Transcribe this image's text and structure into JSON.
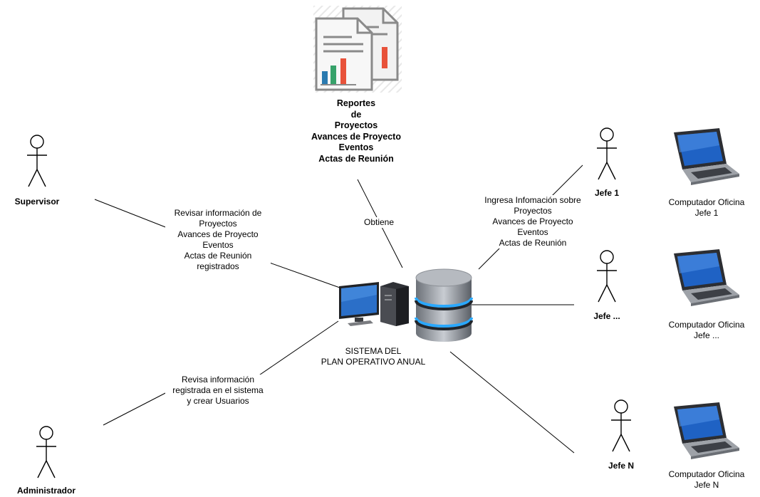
{
  "reports": {
    "lines": [
      "Reportes",
      "de",
      "Proyectos",
      "Avances de Proyecto",
      "Eventos",
      "Actas de Reunión"
    ],
    "icon": "reports-document-chart-icon"
  },
  "system": {
    "lines": [
      "SISTEMA DEL",
      "PLAN OPERATIVO ANUAL"
    ],
    "icons": [
      "desktop-computer-icon",
      "database-icon"
    ]
  },
  "actors": {
    "supervisor": "Supervisor",
    "administrador": "Administrador",
    "jefe1": "Jefe 1",
    "jefe_mid": "Jefe ...",
    "jefeN": "Jefe N"
  },
  "edges": {
    "supervisor": [
      "Revisar información de",
      "Proyectos",
      "Avances de Proyecto",
      "Eventos",
      "Actas de Reunión",
      "registrados"
    ],
    "administrador": [
      "Revisa información",
      "registrada en el sistema",
      "y crear Usuarios"
    ],
    "reports": [
      "Obtiene"
    ],
    "jefe": [
      "Ingresa Infomación sobre",
      "Proyectos",
      "Avances de Proyecto",
      "Eventos",
      "Actas de Reunión"
    ]
  },
  "computers": {
    "jefe1": [
      "Computador Oficina",
      "Jefe 1"
    ],
    "jefe_mid": [
      "Computador Oficina",
      "Jefe ..."
    ],
    "jefeN": [
      "Computador Oficina",
      "Jefe N"
    ]
  }
}
